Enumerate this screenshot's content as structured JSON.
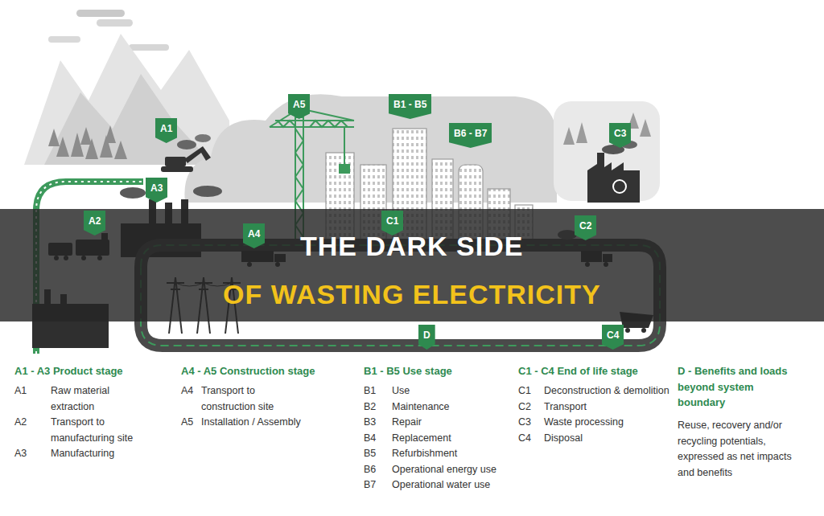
{
  "diagram": {
    "nodes": [
      {
        "text": [
          "A1"
        ]
      },
      {
        "text": [
          "A2"
        ]
      },
      {
        "text": [
          "A3"
        ]
      },
      {
        "text": [
          "A4"
        ]
      },
      {
        "text": [
          "A5"
        ]
      },
      {
        "text": [
          "B1 - B5"
        ]
      },
      {
        "text": [
          "B6 - B7"
        ]
      },
      {
        "text": [
          "C1"
        ]
      },
      {
        "text": [
          "C2"
        ]
      },
      {
        "text": [
          "C3"
        ]
      },
      {
        "text": [
          "C4"
        ]
      },
      {
        "text": [
          "D"
        ]
      }
    ],
    "labels": [
      "THE DARK SIDE",
      "OF WASTING ELECTRICITY",
      "A1 - A3 Product stage",
      "A1",
      "Raw material extraction",
      "A2",
      "Transport to manufacturing site",
      "A3",
      "Manufacturing",
      "A4 - A5 Construction stage",
      "A4",
      "Transport to construction site",
      "A5",
      "Installation / Assembly",
      "B1 - B5 Use stage",
      "B1",
      "Use",
      "B2",
      "Maintenance",
      "B3",
      "Repair",
      "B4",
      "Replacement",
      "B5",
      "Refurbishment",
      "B6",
      "Operational energy use",
      "B7",
      "Operational water use",
      "C1 - C4 End of life stage",
      "C1",
      "Deconstruction & demolition",
      "C2",
      "Transport",
      "C3",
      "Waste processing",
      "C4",
      "Disposal",
      "D - Benefits and loads beyond system boundary",
      "Reuse, recovery and/or recycling potentials, expressed as net impacts and benefits"
    ]
  }
}
